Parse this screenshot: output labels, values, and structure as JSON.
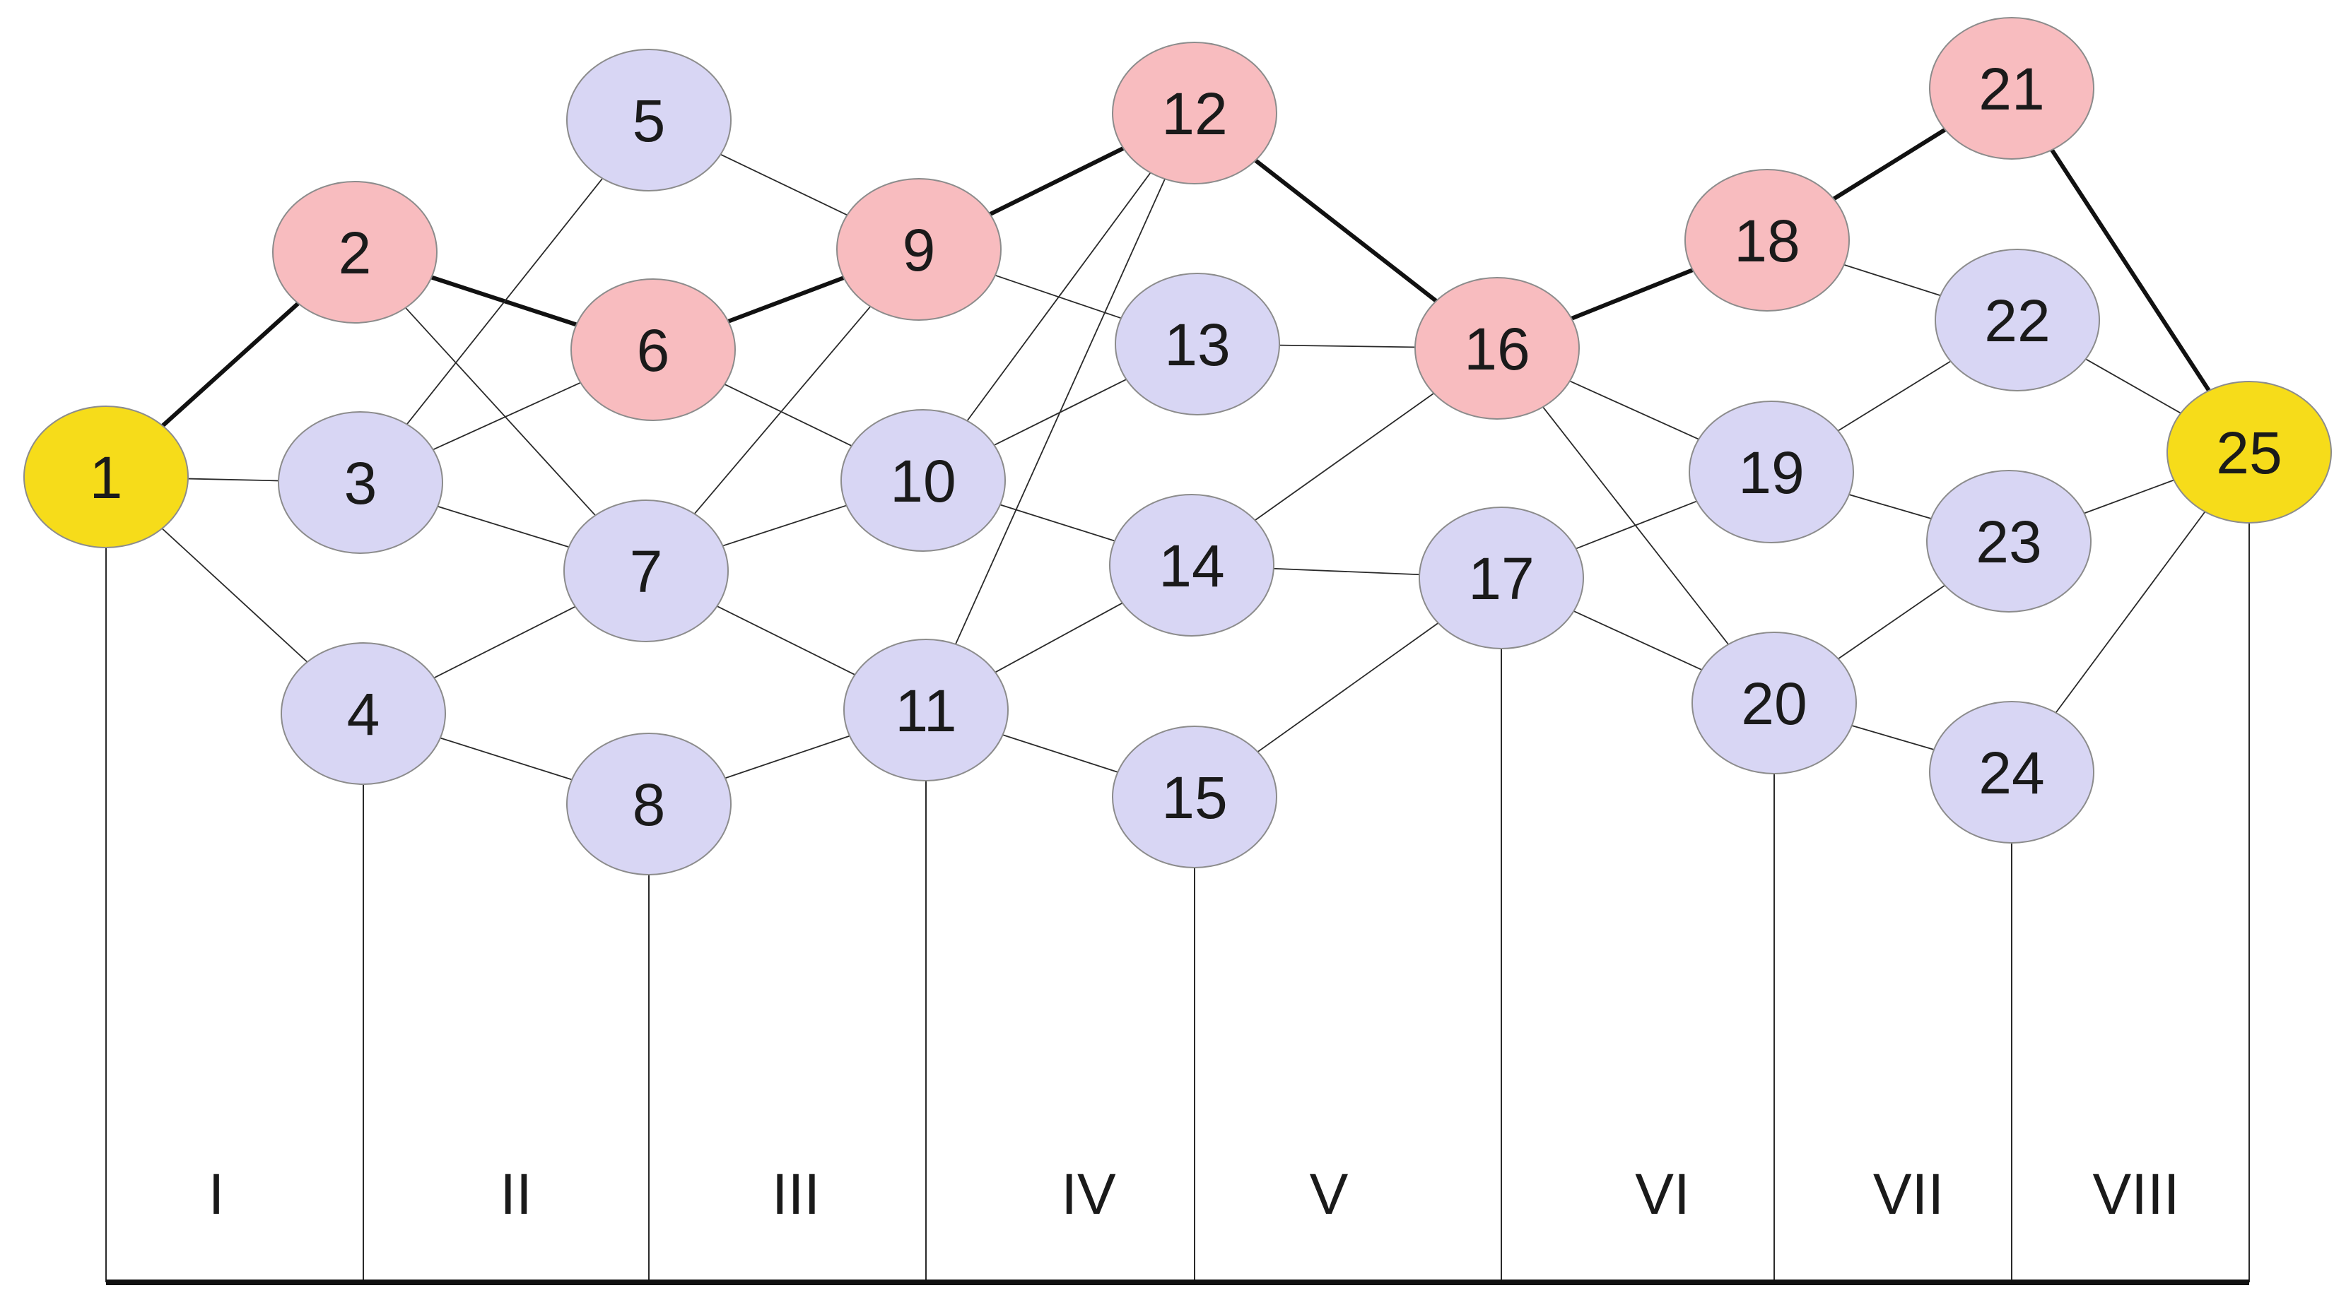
{
  "colors": {
    "terminal": "#f6dc1a",
    "path": "#f8bcbf",
    "regular": "#d8d6f4",
    "outline": "#8c8c8c",
    "edge": "#2a2a2a"
  },
  "nodes": [
    {
      "id": "1",
      "label": "1",
      "kind": "terminal"
    },
    {
      "id": "2",
      "label": "2",
      "kind": "path"
    },
    {
      "id": "3",
      "label": "3",
      "kind": "regular"
    },
    {
      "id": "4",
      "label": "4",
      "kind": "regular"
    },
    {
      "id": "5",
      "label": "5",
      "kind": "regular"
    },
    {
      "id": "6",
      "label": "6",
      "kind": "path"
    },
    {
      "id": "7",
      "label": "7",
      "kind": "regular"
    },
    {
      "id": "8",
      "label": "8",
      "kind": "regular"
    },
    {
      "id": "9",
      "label": "9",
      "kind": "path"
    },
    {
      "id": "10",
      "label": "10",
      "kind": "regular"
    },
    {
      "id": "11",
      "label": "11",
      "kind": "regular"
    },
    {
      "id": "12",
      "label": "12",
      "kind": "path"
    },
    {
      "id": "13",
      "label": "13",
      "kind": "regular"
    },
    {
      "id": "14",
      "label": "14",
      "kind": "regular"
    },
    {
      "id": "15",
      "label": "15",
      "kind": "regular"
    },
    {
      "id": "16",
      "label": "16",
      "kind": "path"
    },
    {
      "id": "17",
      "label": "17",
      "kind": "regular"
    },
    {
      "id": "18",
      "label": "18",
      "kind": "path"
    },
    {
      "id": "19",
      "label": "19",
      "kind": "regular"
    },
    {
      "id": "20",
      "label": "20",
      "kind": "regular"
    },
    {
      "id": "21",
      "label": "21",
      "kind": "path"
    },
    {
      "id": "22",
      "label": "22",
      "kind": "regular"
    },
    {
      "id": "23",
      "label": "23",
      "kind": "regular"
    },
    {
      "id": "24",
      "label": "24",
      "kind": "regular"
    },
    {
      "id": "25",
      "label": "25",
      "kind": "terminal"
    }
  ],
  "edges": [
    {
      "from": "1",
      "to": "2",
      "bold": true
    },
    {
      "from": "1",
      "to": "3",
      "bold": false
    },
    {
      "from": "1",
      "to": "4",
      "bold": false
    },
    {
      "from": "2",
      "to": "6",
      "bold": true
    },
    {
      "from": "2",
      "to": "7",
      "bold": false
    },
    {
      "from": "3",
      "to": "5",
      "bold": false
    },
    {
      "from": "3",
      "to": "6",
      "bold": false
    },
    {
      "from": "3",
      "to": "7",
      "bold": false
    },
    {
      "from": "4",
      "to": "7",
      "bold": false
    },
    {
      "from": "4",
      "to": "8",
      "bold": false
    },
    {
      "from": "5",
      "to": "9",
      "bold": false
    },
    {
      "from": "6",
      "to": "9",
      "bold": true
    },
    {
      "from": "6",
      "to": "10",
      "bold": false
    },
    {
      "from": "7",
      "to": "9",
      "bold": false
    },
    {
      "from": "7",
      "to": "10",
      "bold": false
    },
    {
      "from": "7",
      "to": "11",
      "bold": false
    },
    {
      "from": "8",
      "to": "11",
      "bold": false
    },
    {
      "from": "9",
      "to": "12",
      "bold": true
    },
    {
      "from": "9",
      "to": "13",
      "bold": false
    },
    {
      "from": "10",
      "to": "12",
      "bold": false
    },
    {
      "from": "10",
      "to": "13",
      "bold": false
    },
    {
      "from": "10",
      "to": "14",
      "bold": false
    },
    {
      "from": "11",
      "to": "12",
      "bold": false
    },
    {
      "from": "11",
      "to": "14",
      "bold": false
    },
    {
      "from": "11",
      "to": "15",
      "bold": false
    },
    {
      "from": "12",
      "to": "16",
      "bold": true
    },
    {
      "from": "13",
      "to": "16",
      "bold": false
    },
    {
      "from": "14",
      "to": "16",
      "bold": false
    },
    {
      "from": "14",
      "to": "17",
      "bold": false
    },
    {
      "from": "15",
      "to": "17",
      "bold": false
    },
    {
      "from": "16",
      "to": "18",
      "bold": true
    },
    {
      "from": "16",
      "to": "19",
      "bold": false
    },
    {
      "from": "16",
      "to": "20",
      "bold": false
    },
    {
      "from": "17",
      "to": "19",
      "bold": false
    },
    {
      "from": "17",
      "to": "20",
      "bold": false
    },
    {
      "from": "18",
      "to": "21",
      "bold": true
    },
    {
      "from": "18",
      "to": "22",
      "bold": false
    },
    {
      "from": "19",
      "to": "22",
      "bold": false
    },
    {
      "from": "19",
      "to": "23",
      "bold": false
    },
    {
      "from": "20",
      "to": "23",
      "bold": false
    },
    {
      "from": "20",
      "to": "24",
      "bold": false
    },
    {
      "from": "21",
      "to": "25",
      "bold": true
    },
    {
      "from": "22",
      "to": "25",
      "bold": false
    },
    {
      "from": "23",
      "to": "25",
      "bold": false
    },
    {
      "from": "24",
      "to": "25",
      "bold": false
    }
  ],
  "stages": [
    {
      "label": "I"
    },
    {
      "label": "II"
    },
    {
      "label": "III"
    },
    {
      "label": "IV"
    },
    {
      "label": "V"
    },
    {
      "label": "VI"
    },
    {
      "label": "VII"
    },
    {
      "label": "VIII"
    }
  ]
}
